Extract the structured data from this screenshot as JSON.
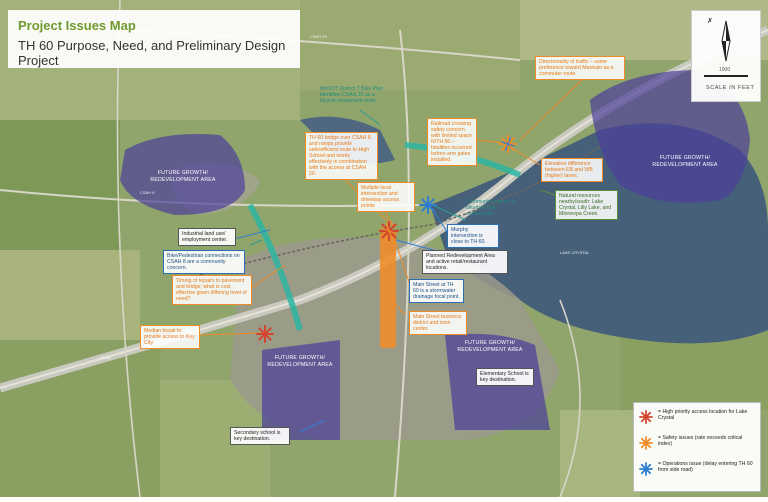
{
  "header": {
    "title": "Project Issues Map",
    "subtitle": "TH 60 Purpose, Need, and Preliminary Design Project"
  },
  "scale": {
    "value": "1000",
    "label": "SCALE  IN FEET"
  },
  "growth_areas": [
    {
      "label": "FUTURE GROWTH/\nREDEVELOPMENT AREA"
    },
    {
      "label": "FUTURE GROWTH/\nREDEVELOPMENT AREA"
    },
    {
      "label": "FUTURE GROWTH/\nREDEVELOPMENT AREA"
    },
    {
      "label": "FUTURE GROWTH/\nREDEVELOPMENT AREA"
    }
  ],
  "callouts": {
    "mndot_bike": "MnDOT District 7 Bike Plan identifies CSAH 20 as a bicycle investment route.",
    "bridge": "TH 60 bridge over CSAH 8 and ramps provide safe/efficient route to High School and works effectively in combination with the access at CSAH 20.",
    "railroad": "Railroad crossing safety concern with limited space N/TH 60 – fatalities occurred before arm gates installed.",
    "directionality": "Directionality of traffic – some preference toward Mankato as a commuter route.",
    "elevation": "Elevation difference between EB and WB (higher) lanes.",
    "natural": "Natural resources nearby/south: Lake Crystal, Lilly Lake, and Minneopa Creek.",
    "multiple": "Multiple local intersection and driveway access points",
    "community": "Community interest in bike/ped trail connectivity",
    "murphy": "Murphy intersection is close to TH 60.",
    "industrial": "Industrial land use/ employment center.",
    "bikeped": "Bike/Pedestrian connections on CSAH 8 are a community concern.",
    "timing": "Timing of repairs to pavement and bridge; what is cost effective given differing level of need?",
    "planned": "Planned Redevelopment Area and active retail/restaurant locations.",
    "mainstreet": "Main Street at TH 60 is a stormwater drainage focal point.",
    "business": "Main Street business district and town center.",
    "median": "Median break to provide access to Key City.",
    "elementary": "Elementary School is key destination.",
    "secondary": "Secondary school is key destination."
  },
  "legend": [
    {
      "icon": "red-asterisk",
      "color": "#d2452e",
      "text": "= High priority access location for Lake Crystal"
    },
    {
      "icon": "orange-asterisk",
      "color": "#ef8c2a",
      "text": "= Safety issues (rate exceeds critical index)"
    },
    {
      "icon": "blue-asterisk",
      "color": "#2f7fd0",
      "text": "= Operations issue (delay entering TH 60 from side road)"
    }
  ],
  "map_labels": {
    "lake": "LAKE CRYSTAL",
    "county20": "CSAH 20",
    "county8": "CSAH 8",
    "th60": "TH 60"
  }
}
